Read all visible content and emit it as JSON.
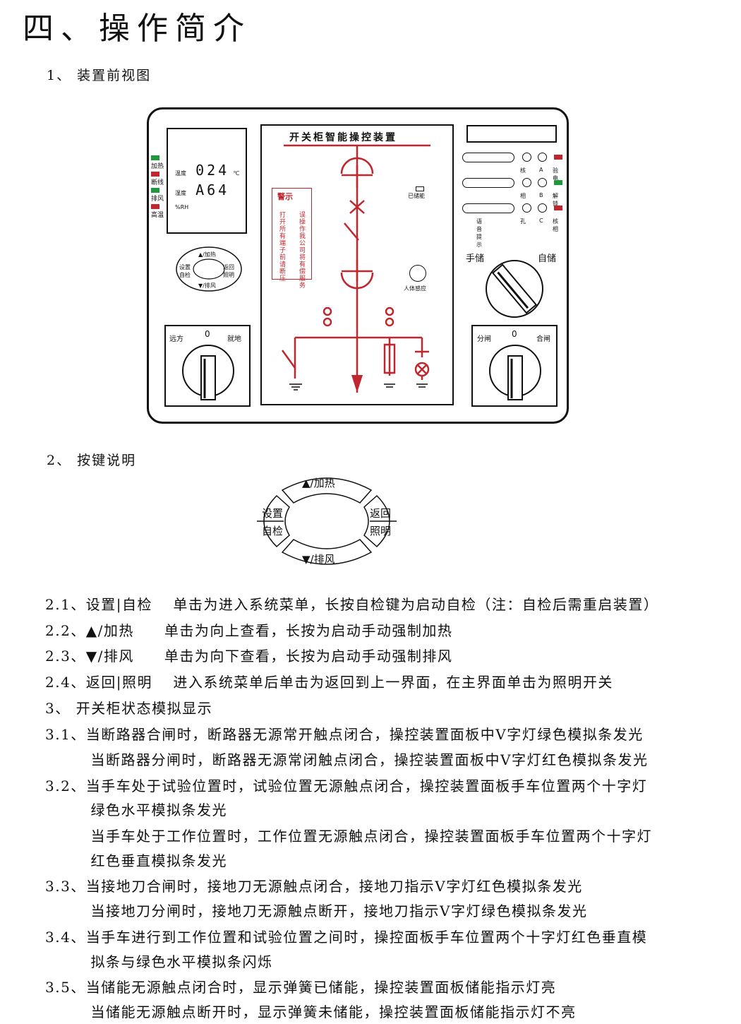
{
  "title": "四、操作简介",
  "section1": "1、 装置前视图",
  "section2": "2、 按键说明",
  "device": {
    "panel_title": "开关柜智能操控装置",
    "lcd": {
      "temp_label": "温度",
      "temp_value": "024",
      "temp_unit": "℃",
      "hum_label": "湿度",
      "hum_value": "A64",
      "hum_unit": "%RH"
    },
    "indicators": [
      "加热",
      "断线",
      "排风",
      "高温"
    ],
    "keypad_small": {
      "up": "▲/加热",
      "down": "▼/排风",
      "set": "设置",
      "check": "自检",
      "back": "返回",
      "light": "照明"
    },
    "switch_left": {
      "left": "远方",
      "center": "0",
      "right": "就地"
    },
    "switch_right": {
      "left": "分闸",
      "center": "0",
      "right": "合闸"
    },
    "knob_labels": {
      "left": "手储",
      "right": "自储"
    },
    "warning_title": "警示",
    "warning_col1": "误操作我公司将有偿服务",
    "warning_col2": "打开所有端子前请断压",
    "stored_energy": "已储能",
    "body_sensor": "人体感应",
    "rows": [
      {
        "left": "核",
        "mid": "A",
        "right": "验电",
        "color": "#c0262d"
      },
      {
        "left": "相",
        "mid": "B",
        "right": "解锁",
        "color": "#1f9a3a"
      },
      {
        "left": "孔",
        "mid": "C",
        "right": "核相",
        "color": "#c0262d"
      }
    ],
    "voice_prompt": "语音提示"
  },
  "keypad_large": {
    "up": "▲/加热",
    "down": "▼/排风",
    "set": "设置",
    "check": "自检",
    "back": "返回",
    "light": "照明"
  },
  "lines": [
    "2.1、设置|自检　 单击为进入系统菜单，长按自检键为启动自检（注：自检后需重启装置）",
    "2.2、▲/加热　　单击为向上查看，长按为启动手动强制加热",
    "2.3、▼/排风　　单击为向下查看，长按为启动手动强制排风",
    "2.4、返回|照明　 进入系统菜单后单击为返回到上一界面，在主界面单击为照明开关",
    "3、 开关柜状态模拟显示",
    "3.1、当断路器合闸时，断路器无源常开触点闭合，操控装置面板中V字灯绿色模拟条发光",
    "　　　当断路器分闸时，断路器无源常闭触点闭合，操控装置面板中V字灯红色模拟条发光",
    "3.2、当手车处于试验位置时，试验位置无源触点闭合，操控装置面板手车位置两个十字灯",
    "　　　绿色水平模拟条发光",
    "　　　当手车处于工作位置时，工作位置无源触点闭合，操控装置面板手车位置两个十字灯",
    "　　　红色垂直模拟条发光",
    "3.3、当接地刀合闸时，接地刀无源触点闭合，接地刀指示V字灯红色模拟条发光",
    "　　　当接地刀分闸时，接地刀无源触点断开，接地刀指示V字灯绿色模拟条发光",
    "3.4、当手车进行到工作位置和试验位置之间时，操控面板手车位置两个十字灯红色垂直模",
    "　　　拟条与绿色水平模拟条闪烁",
    "3.5、当储能无源触点闭合时，显示弹簧已储能，操控装置面板储能指示灯亮",
    "　　　当储能无源触点断开时，显示弹簧未储能，操控装置面板储能指示灯不亮"
  ],
  "colors": {
    "red": "#c0262d",
    "green": "#1f9a3a"
  }
}
